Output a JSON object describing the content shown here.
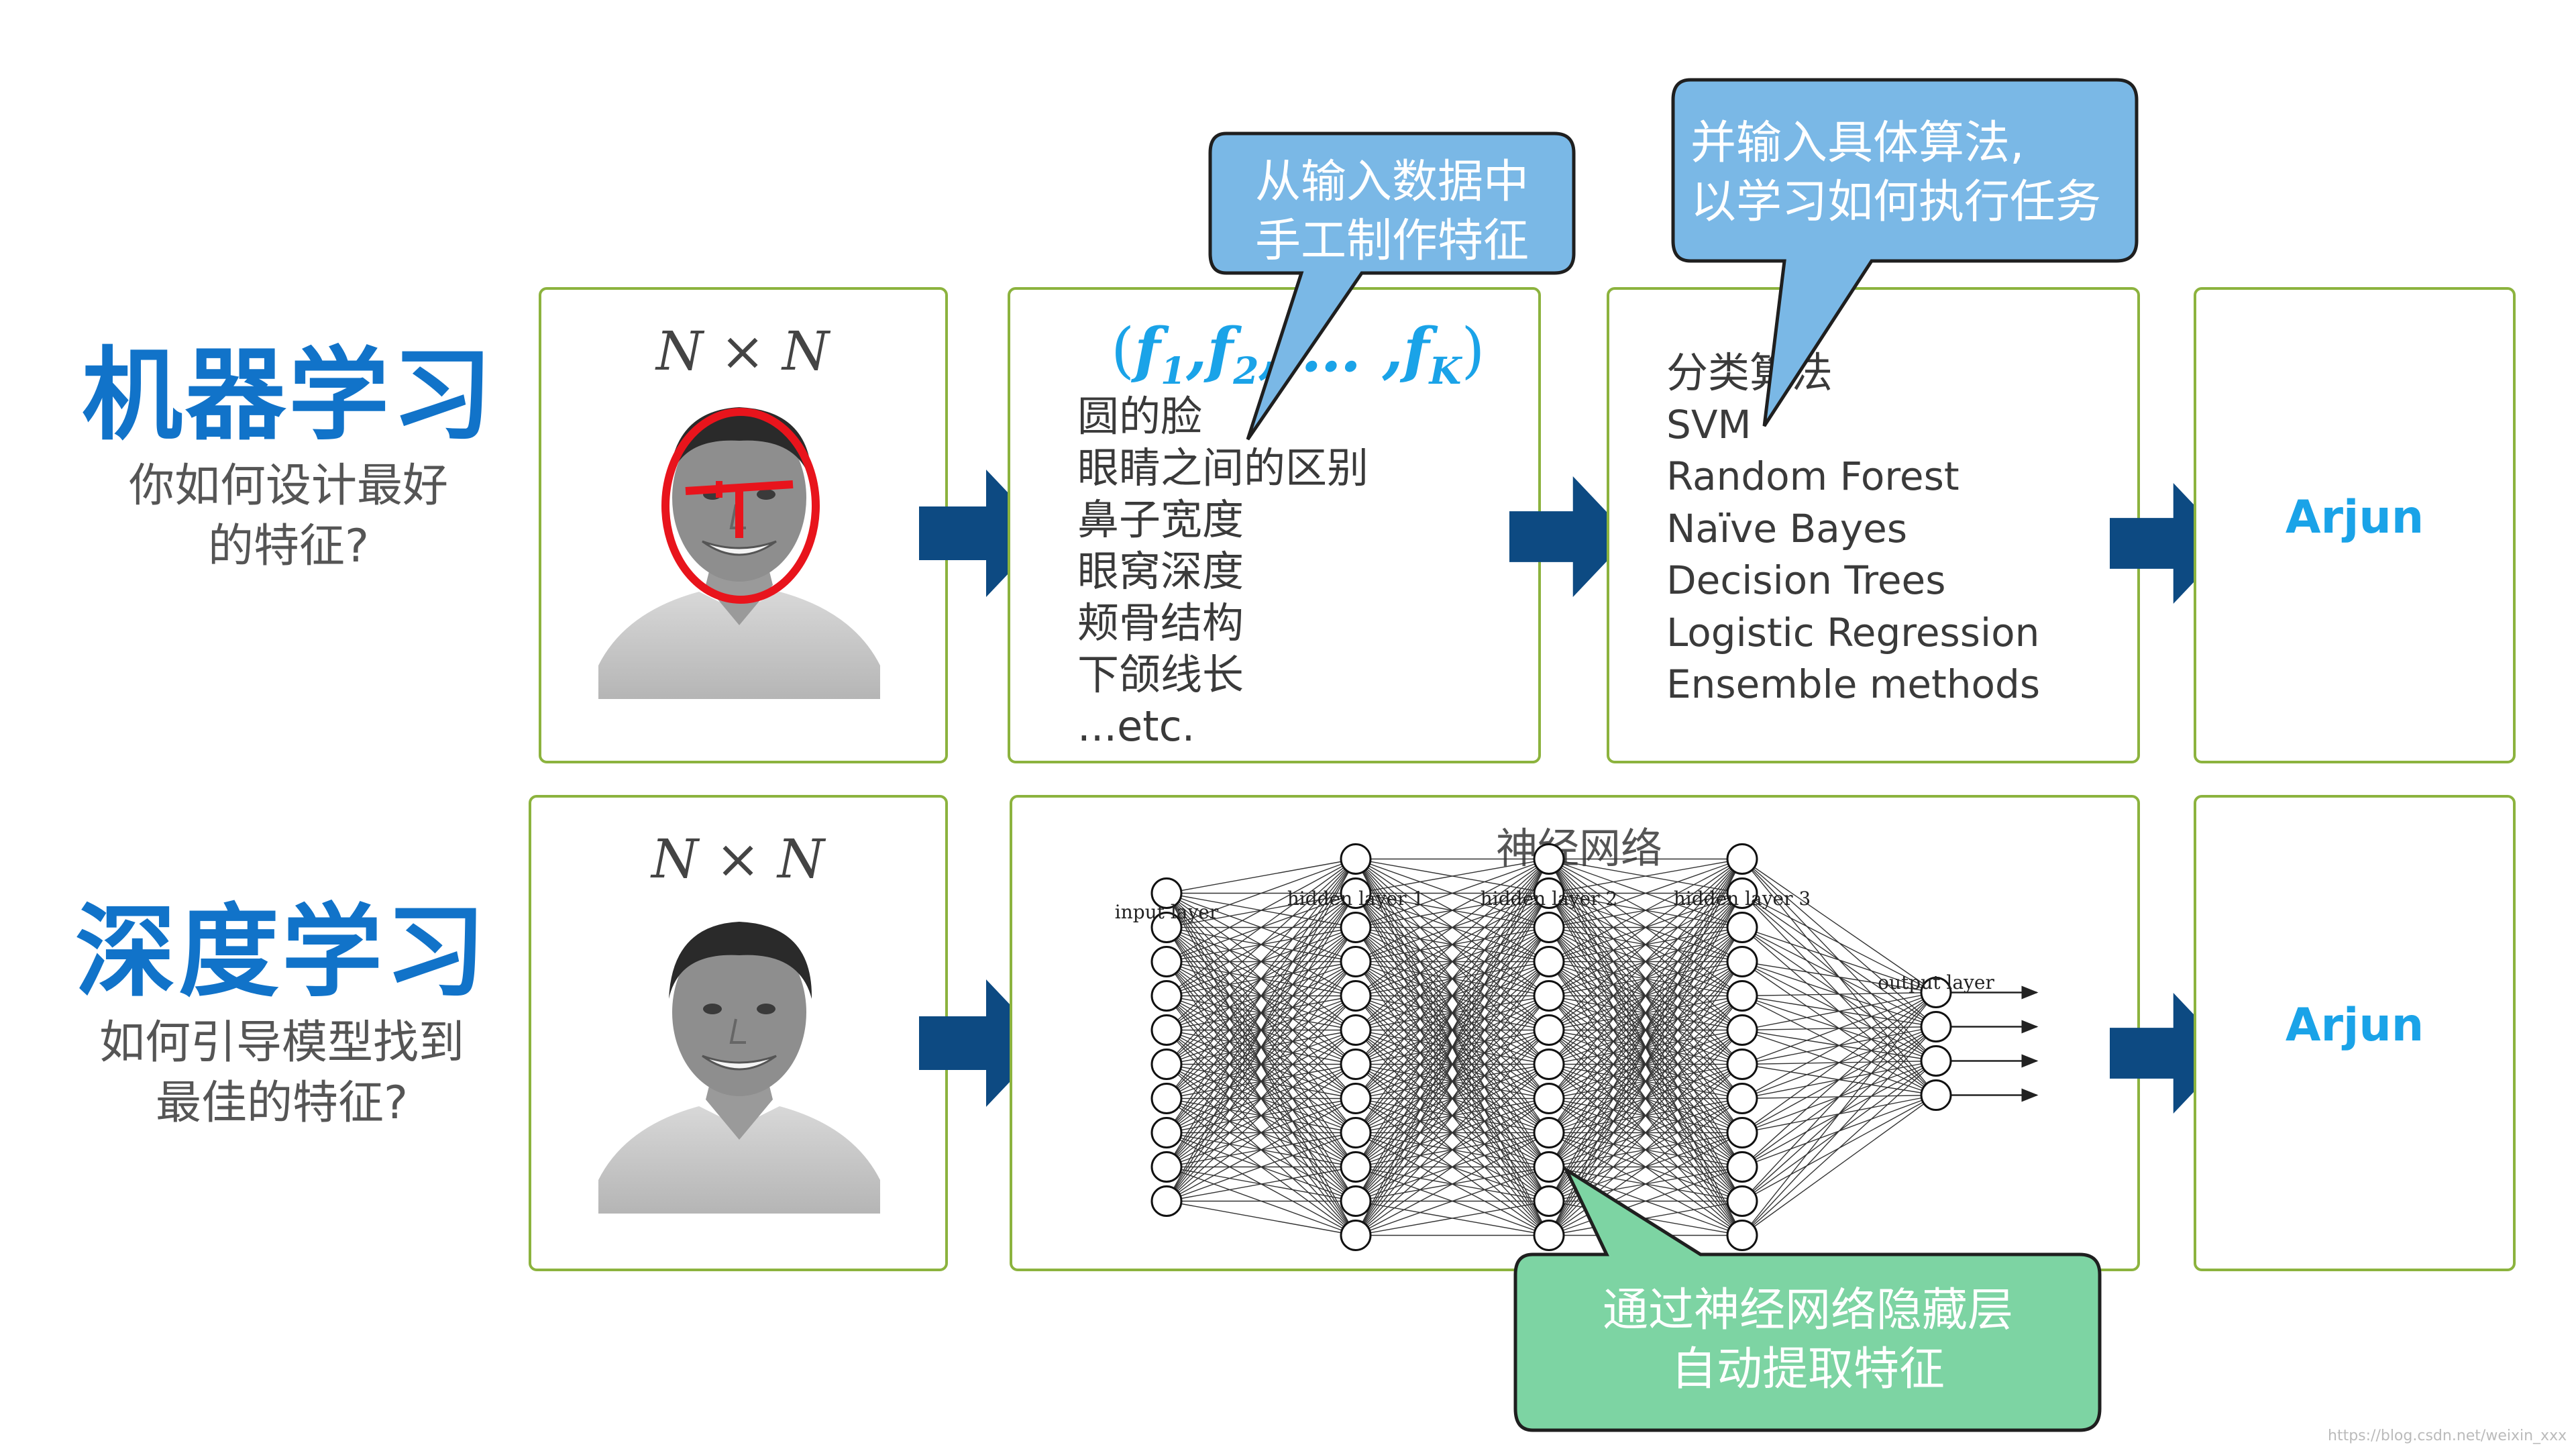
{
  "rows": {
    "ml": {
      "title": "机器学习",
      "subtitle_line1": "你如何设计最好",
      "subtitle_line2": "的特征?"
    },
    "dl": {
      "title": "深度学习",
      "subtitle_line1": "如何引导模型找到",
      "subtitle_line2": "最佳的特征?"
    }
  },
  "input_label": "N × N",
  "features": {
    "formula": {
      "open": "(",
      "f1": "f",
      "s1": "1",
      "sep1": ",",
      "f2": "f",
      "s2": "2",
      "mid": ", … ,",
      "fk": "f",
      "sk": "K",
      "close": ")"
    },
    "items": [
      "圆的脸",
      "眼睛之间的区别",
      "鼻子宽度",
      "眼窝深度",
      "颊骨结构",
      "下颌线长",
      "...etc."
    ]
  },
  "algorithms": {
    "heading": "分类算法",
    "items": [
      "SVM",
      "Random Forest",
      "Naïve Bayes",
      "Decision Trees",
      "Logistic Regression",
      "Ensemble methods"
    ]
  },
  "result_label": "Arjun",
  "neural_net": {
    "title": "神经网络",
    "layer_labels": [
      "input layer",
      "hidden layer 1",
      "hidden layer 2",
      "hidden layer 3",
      "output layer"
    ],
    "layer_sizes": [
      10,
      12,
      12,
      12,
      4
    ]
  },
  "callouts": {
    "features": {
      "line1": "从输入数据中",
      "line2": "手工制作特征"
    },
    "algorithms": {
      "line1": "并输入具体算法,",
      "line2": "以学习如何执行任务"
    },
    "hidden": {
      "line1": "通过神经网络隐藏层",
      "line2": "自动提取特征"
    }
  },
  "watermark": "https://blog.csdn.net/weixin_xxx",
  "colors": {
    "title_blue": "#1173c9",
    "box_border": "#8cb33e",
    "arrow": "#0d4a82",
    "result": "#1aa3e8",
    "callout_blue": "#7ab8e6",
    "callout_green": "#7dd4a3",
    "face_marker": "#e8141c"
  }
}
